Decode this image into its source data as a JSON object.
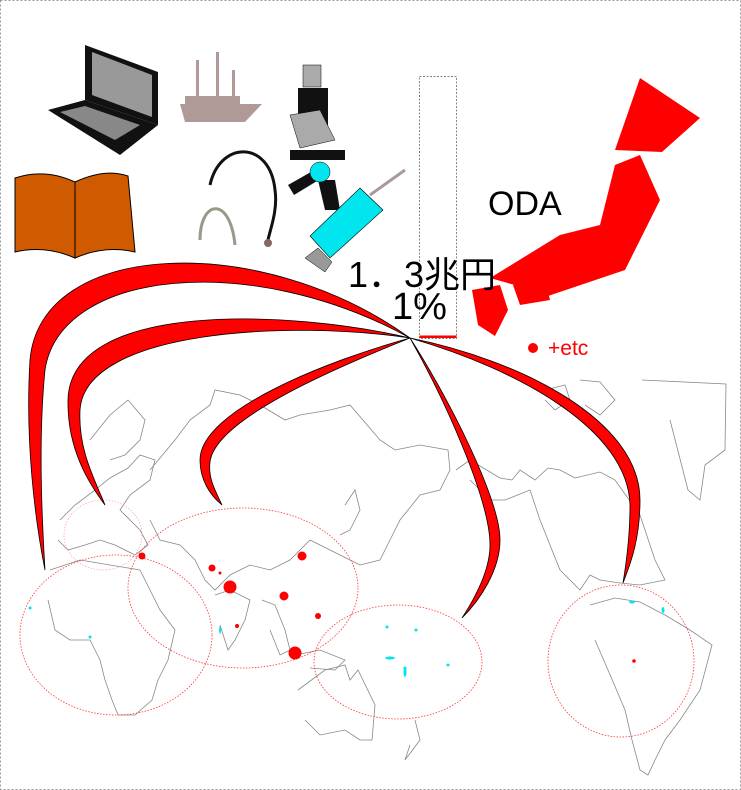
{
  "labels": {
    "program": "ODA",
    "amount": "1．3兆円",
    "percent": "1%",
    "legend_etc": "+etc"
  },
  "colors": {
    "accent": "#ff0000",
    "island_markers": "#00e5ee",
    "map_outline": "#808080",
    "region_circle": "#ff4444"
  },
  "bar": {
    "fill_percent": 1
  },
  "icons": [
    "laptop-icon",
    "ship-icon",
    "microscope-icon",
    "book-icon",
    "stethoscope-icon",
    "syringe-icon",
    "japan-map-icon"
  ]
}
